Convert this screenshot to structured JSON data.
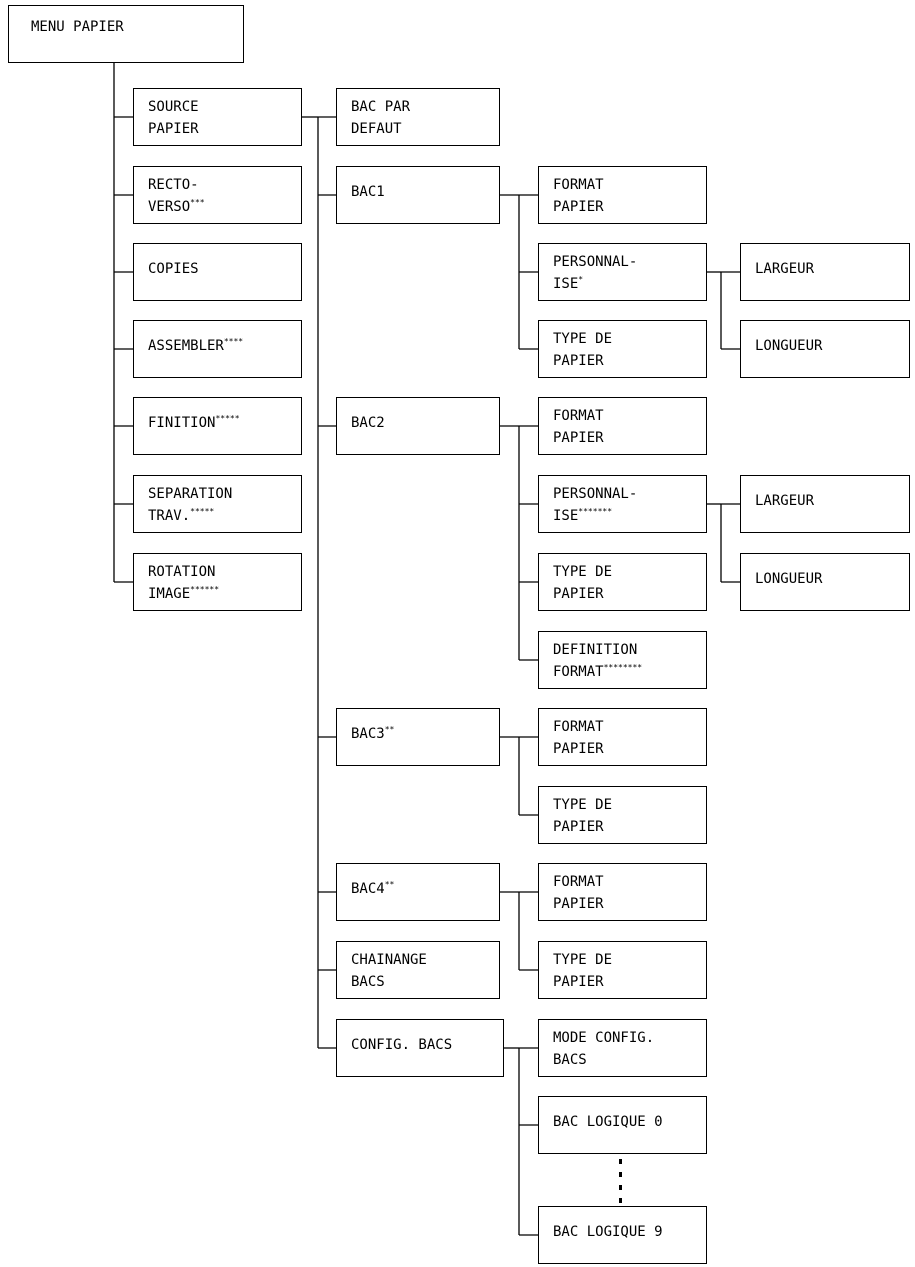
{
  "nodes": [
    {
      "id": "menu-papier",
      "lines": [
        "MENU PAPIER"
      ],
      "star": ""
    },
    {
      "id": "source-papier",
      "lines": [
        "SOURCE",
        "PAPIER"
      ],
      "star": ""
    },
    {
      "id": "recto-verso",
      "lines": [
        "RECTO-",
        "VERSO"
      ],
      "star": "***"
    },
    {
      "id": "copies",
      "lines": [
        "COPIES"
      ],
      "star": ""
    },
    {
      "id": "assembler",
      "lines": [
        "ASSEMBLER"
      ],
      "star": "****"
    },
    {
      "id": "finition",
      "lines": [
        "FINITION"
      ],
      "star": "*****"
    },
    {
      "id": "separation-trav",
      "lines": [
        "SEPARATION",
        "TRAV."
      ],
      "star": "*****"
    },
    {
      "id": "rotation-image",
      "lines": [
        "ROTATION",
        "IMAGE"
      ],
      "star": "******"
    },
    {
      "id": "bac-par-defaut",
      "lines": [
        "BAC PAR",
        "DEFAUT"
      ],
      "star": ""
    },
    {
      "id": "bac1",
      "lines": [
        "BAC1"
      ],
      "star": ""
    },
    {
      "id": "bac2",
      "lines": [
        "BAC2"
      ],
      "star": ""
    },
    {
      "id": "bac3",
      "lines": [
        "BAC3"
      ],
      "star": "**"
    },
    {
      "id": "bac4",
      "lines": [
        "BAC4"
      ],
      "star": "**"
    },
    {
      "id": "chainange-bacs",
      "lines": [
        "CHAINANGE",
        "BACS"
      ],
      "star": ""
    },
    {
      "id": "config-bacs",
      "lines": [
        "CONFIG. BACS"
      ],
      "star": ""
    },
    {
      "id": "bac1-format-papier",
      "lines": [
        "FORMAT",
        "PAPIER"
      ],
      "star": ""
    },
    {
      "id": "bac1-personnalise",
      "lines": [
        "PERSONNAL-",
        "ISE"
      ],
      "star": "*"
    },
    {
      "id": "bac1-type-de-papier",
      "lines": [
        "TYPE DE",
        "PAPIER"
      ],
      "star": ""
    },
    {
      "id": "bac2-format-papier",
      "lines": [
        "FORMAT",
        "PAPIER"
      ],
      "star": ""
    },
    {
      "id": "bac2-personnalise",
      "lines": [
        "PERSONNAL-",
        "ISE"
      ],
      "star": "*******"
    },
    {
      "id": "bac2-type-de-papier",
      "lines": [
        "TYPE DE",
        "PAPIER"
      ],
      "star": ""
    },
    {
      "id": "bac2-definition-format",
      "lines": [
        "DEFINITION",
        "FORMAT"
      ],
      "star": "********"
    },
    {
      "id": "bac3-format-papier",
      "lines": [
        "FORMAT",
        "PAPIER"
      ],
      "star": ""
    },
    {
      "id": "bac3-type-de-papier",
      "lines": [
        "TYPE DE",
        "PAPIER"
      ],
      "star": ""
    },
    {
      "id": "bac4-format-papier",
      "lines": [
        "FORMAT",
        "PAPIER"
      ],
      "star": ""
    },
    {
      "id": "bac4-type-de-papier",
      "lines": [
        "TYPE DE",
        "PAPIER"
      ],
      "star": ""
    },
    {
      "id": "mode-config-bacs",
      "lines": [
        "MODE CONFIG.",
        "BACS"
      ],
      "star": ""
    },
    {
      "id": "bac-logique-0",
      "lines": [
        "BAC LOGIQUE 0"
      ],
      "star": ""
    },
    {
      "id": "bac-logique-9",
      "lines": [
        "BAC LOGIQUE 9"
      ],
      "star": ""
    },
    {
      "id": "bac1-largeur",
      "lines": [
        "LARGEUR"
      ],
      "star": ""
    },
    {
      "id": "bac1-longueur",
      "lines": [
        "LONGUEUR"
      ],
      "star": ""
    },
    {
      "id": "bac2-largeur",
      "lines": [
        "LARGEUR"
      ],
      "star": ""
    },
    {
      "id": "bac2-longueur",
      "lines": [
        "LONGUEUR"
      ],
      "star": ""
    }
  ]
}
